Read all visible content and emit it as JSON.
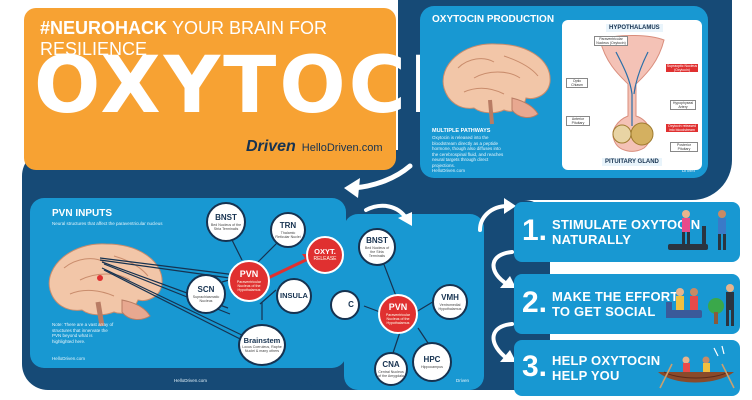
{
  "header": {
    "tag": "#NEUROHACK",
    "subtitle": "YOUR BRAIN FOR RESILIENCE",
    "title": "OXYTOCIN",
    "logo": "Driven",
    "url": "HelloDriven.com"
  },
  "production": {
    "title": "OXYTOCIN PRODUCTION",
    "pathways_title": "MULTIPLE PATHWAYS",
    "pathways_text": "Oxytocin is released into the bloodstream directly as a peptide hormone, though also diffuses into the cerebrospinal fluid, and reaches neural targets through direct projections.",
    "hypothalamus": "HYPOTHALAMUS",
    "pituitary": "PITUITARY GLAND",
    "labels": [
      "Paraventricular Nucleus (Oxytocin)",
      "Optic Chiasm",
      "Anterior Pituitary",
      "Supraoptic Nucleus (Oxytocin)",
      "Hypophyseal Artery",
      "Oxytocin released into bloodstream",
      "Posterior Pituitary"
    ],
    "footer_left": "HelloDriven.com",
    "footer_right": "Driven"
  },
  "pvn_inputs": {
    "title": "PVN INPUTS",
    "subtitle": "Neural structures that affect the paraventricular nucleus",
    "note": "Note: There are a vast array of structures that innervate the PVN beyond what is highlighted here.",
    "footer": "HelloDriven.com",
    "nodes": {
      "bnst": {
        "name": "BNST",
        "desc": "Bed Nucleus of the Stria Terminalis"
      },
      "trn": {
        "name": "TRN",
        "desc": "Thalamic Reticular Nuclei"
      },
      "scn": {
        "name": "SCN",
        "desc": "Suprachiasmatic Nucleus"
      },
      "pvn": {
        "name": "PVN",
        "desc": "Paraventricular Nucleus of the Hypothalamus"
      },
      "oxyt": {
        "name": "OXYT.",
        "desc": "RELEASE"
      },
      "insula": {
        "name": "INSULA",
        "desc": ""
      },
      "brainstem": {
        "name": "Brainstem",
        "desc": "Locus Coeruleus, Raphe Nuclei & many others"
      }
    }
  },
  "pvn_outputs": {
    "footer": "HelloDriven.com",
    "footer_right": "Driven",
    "nodes": {
      "bnst": {
        "name": "BNST",
        "desc": "Bed Nucleus of the Stria Terminalis"
      },
      "pvn": {
        "name": "PVN",
        "desc": "Paraventricular Nucleus of the Hypothalamus"
      },
      "vmh": {
        "name": "VMH",
        "desc": "Ventromedial Hypothalamus"
      },
      "cna": {
        "name": "CNA",
        "desc": "Central Nucleus of the Amygdala"
      },
      "hpc": {
        "name": "HPC",
        "desc": "Hippocampus"
      },
      "partial": {
        "name": "C",
        "desc": ""
      }
    }
  },
  "steps": [
    {
      "num": "1.",
      "line1": "STIMULATE OXYTOCIN",
      "line2": "NATURALLY"
    },
    {
      "num": "2.",
      "line1": "MAKE THE EFFORT",
      "line2": "TO GET SOCIAL"
    },
    {
      "num": "3.",
      "line1": "HELP OXYTOCIN",
      "line2": "HELP YOU"
    }
  ],
  "colors": {
    "orange": "#f7a233",
    "navy": "#164a76",
    "blue": "#1898d2",
    "red": "#e03030"
  }
}
